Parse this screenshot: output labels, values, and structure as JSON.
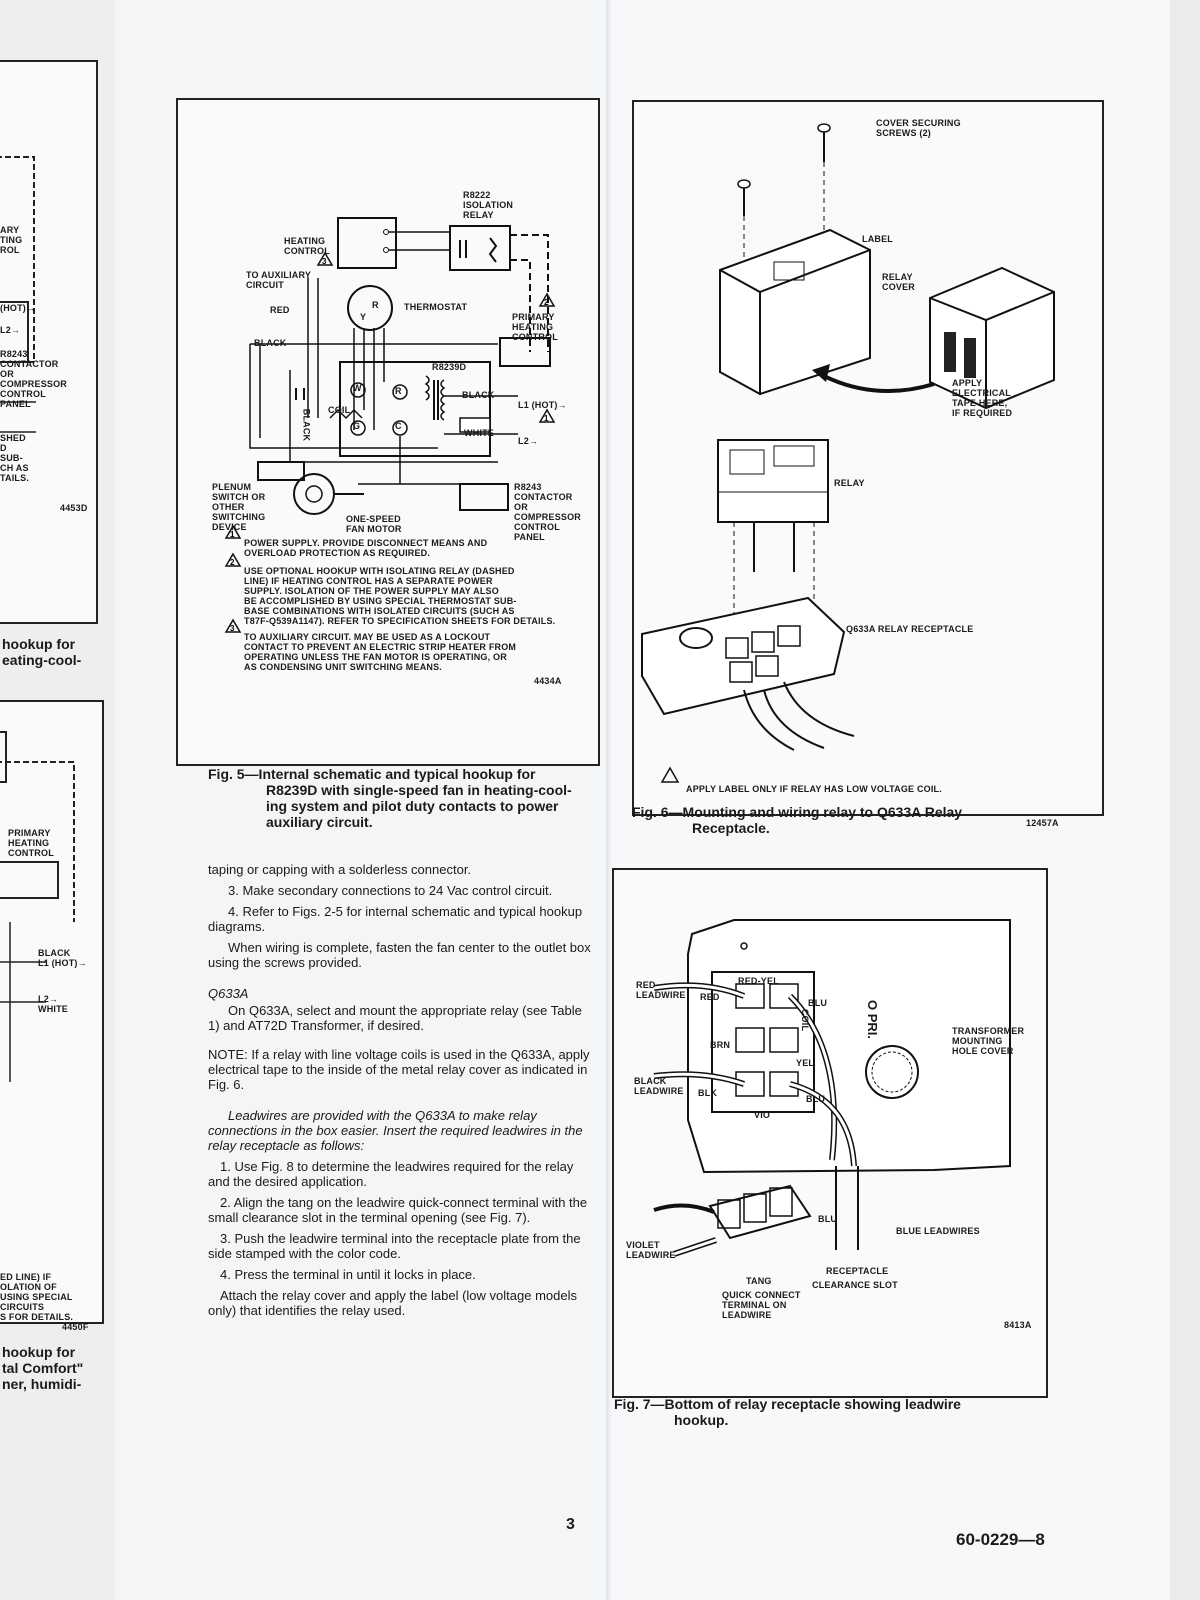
{
  "left_strip": {
    "labels": [
      "ARY",
      "TING",
      "ROL",
      "(HOT)→",
      "L2→",
      "R8243",
      "CONTACTOR",
      "OR",
      "COMPRESSOR",
      "CONTROL",
      "PANEL",
      "SHED",
      "D",
      "SUB-",
      "CH AS",
      "TAILS.",
      "4453D"
    ],
    "caption_1": [
      "hookup for",
      "eating-cool-"
    ],
    "labels_2": [
      "PRIMARY",
      "HEATING",
      "CONTROL",
      "BLACK",
      "L1 (HOT)→",
      "L2→",
      "WHITE"
    ],
    "notes_2": [
      "ED LINE) IF",
      "OLATION OF",
      "USING SPECIAL",
      "CIRCUITS",
      "S FOR DETAILS."
    ],
    "code_2": "4450F",
    "caption_2": [
      "hookup for",
      "tal Comfort\"",
      "ner, humidi-"
    ]
  },
  "fig5": {
    "labels": {
      "isolation_relay": [
        "R8222",
        "ISOLATION",
        "RELAY"
      ],
      "heating_control": [
        "HEATING",
        "CONTROL"
      ],
      "aux_circuit": [
        "TO AUXILIARY",
        "CIRCUIT"
      ],
      "red": "RED",
      "black": "BLACK",
      "black_vertical": "BLACK",
      "thermostat": "THERMOSTAT",
      "primary_heating_control": [
        "PRIMARY",
        "HEATING",
        "CONTROL"
      ],
      "r8239d": "R8239D",
      "black_line": "BLACK",
      "l1": "L1 (HOT)→",
      "white": "WHITE",
      "l2": "L2→",
      "coil": "COIL",
      "plenum": [
        "PLENUM",
        "SWITCH OR",
        "OTHER",
        "SWITCHING",
        "DEVICE"
      ],
      "fan_motor": [
        "ONE-SPEED",
        "FAN MOTOR"
      ],
      "contactor": [
        "R8243",
        "CONTACTOR",
        "OR",
        "COMPRESSOR",
        "CONTROL",
        "PANEL"
      ],
      "terminals": [
        "W",
        "G",
        "Y",
        "R",
        "R",
        "C"
      ]
    },
    "notes": [
      {
        "num": "1",
        "lines": [
          "POWER SUPPLY. PROVIDE DISCONNECT MEANS AND",
          "OVERLOAD PROTECTION AS REQUIRED."
        ]
      },
      {
        "num": "2",
        "lines": [
          "USE OPTIONAL HOOKUP WITH ISOLATING RELAY (DASHED",
          "LINE) IF HEATING CONTROL HAS A SEPARATE POWER",
          "SUPPLY. ISOLATION OF THE POWER SUPPLY MAY ALSO",
          "BE ACCOMPLISHED BY USING SPECIAL THERMOSTAT SUB-",
          "BASE COMBINATIONS WITH ISOLATED CIRCUITS (SUCH AS",
          "T87F-Q539A1147). REFER TO SPECIFICATION SHEETS FOR DETAILS."
        ]
      },
      {
        "num": "3",
        "lines": [
          "TO AUXILIARY CIRCUIT. MAY BE USED AS A LOCKOUT",
          "CONTACT TO PREVENT AN ELECTRIC STRIP HEATER FROM",
          "OPERATING UNLESS THE FAN MOTOR IS OPERATING, OR",
          "AS CONDENSING UNIT SWITCHING MEANS."
        ]
      }
    ],
    "code": "4434A",
    "caption_lines": [
      "Fig. 5—Internal schematic and typical hookup for",
      "R8239D with single-speed fan in heating-cool-",
      "ing system and pilot duty contacts to power",
      "auxiliary circuit."
    ]
  },
  "body_text": {
    "p1": "taping or capping with a solderless connector.",
    "p2": "3. Make secondary connections to 24 Vac control circuit.",
    "p3": "4. Refer to Figs. 2-5 for internal schematic and typical hookup diagrams.",
    "p4": "When wiring is complete, fasten the fan center to the outlet box using the screws provided.",
    "heading": "Q633A",
    "p5": "On Q633A, select and mount the appropriate relay (see Table 1) and AT72D Transformer, if desired.",
    "note": "NOTE: If a relay with line voltage coils is used in the Q633A, apply electrical tape to the inside of the metal relay cover as indicated in Fig. 6.",
    "p6": "Leadwires are provided with the Q633A to make relay connections in the box easier. Insert the required leadwires in the relay receptacle as follows:",
    "steps": [
      "1. Use Fig. 8 to determine the leadwires required for the relay and the desired application.",
      "2. Align the tang on the leadwire quick-connect terminal with the small clearance slot in the terminal opening (see Fig. 7).",
      "3. Push the leadwire terminal into the receptacle plate from the side stamped with the color code.",
      "4. Press the terminal in until it locks in place.",
      "Attach the relay cover and apply the label (low voltage models only) that identifies the relay used."
    ]
  },
  "fig6": {
    "labels": {
      "screws": [
        "COVER SECURING",
        "SCREWS (2)"
      ],
      "label": "LABEL",
      "relay_cover": [
        "RELAY",
        "COVER"
      ],
      "tape": [
        "APPLY",
        "ELECTRICAL",
        "TAPE HERE,",
        "IF REQUIRED"
      ],
      "relay": "RELAY",
      "receptacle": "Q633A RELAY RECEPTACLE",
      "warning": "APPLY LABEL ONLY IF RELAY HAS LOW VOLTAGE COIL."
    },
    "code": "12457A",
    "caption_lines": [
      "Fig. 6—Mounting and wiring relay to Q633A Relay",
      "Receptacle."
    ]
  },
  "fig7": {
    "labels": {
      "red_leadwire": [
        "RED",
        "LEADWIRE"
      ],
      "red": "RED",
      "red_yel": "RED-YEL",
      "blu_top": "BLU",
      "pri": "O PRI.",
      "transformer": [
        "TRANSFORMER",
        "MOUNTING",
        "HOLE COVER"
      ],
      "brn": "BRN",
      "yel": "YEL",
      "black_leadwire": [
        "BLACK",
        "LEADWIRE"
      ],
      "blk": "BLK",
      "blu_mid": "BLU",
      "vio": "VIO",
      "coil": "COIL",
      "violet_leadwire": [
        "VIOLET",
        "LEADWIRE"
      ],
      "tang": "TANG",
      "blu_bottom": "BLU",
      "blue_leadwires": "BLUE LEADWIRES",
      "receptacle": "RECEPTACLE",
      "clearance": "CLEARANCE SLOT",
      "quick_connect": [
        "QUICK CONNECT",
        "TERMINAL ON",
        "LEADWIRE"
      ]
    },
    "code": "8413A",
    "caption_lines": [
      "Fig. 7—Bottom of relay receptacle showing leadwire",
      "hookup."
    ]
  },
  "footer": {
    "page_number": "3",
    "doc_number": "60-0229—8"
  }
}
